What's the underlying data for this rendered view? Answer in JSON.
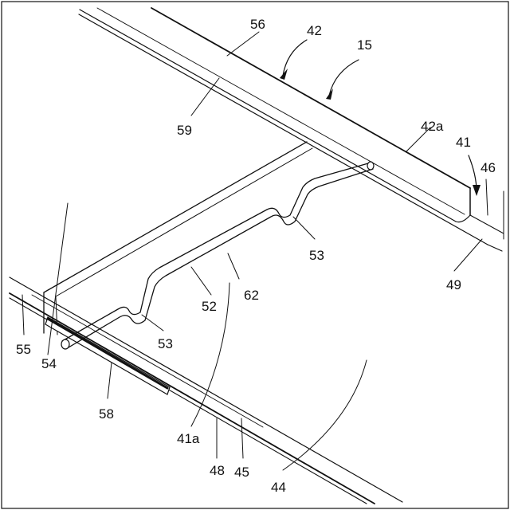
{
  "figure": {
    "labels": {
      "l15": "15",
      "l41": "41",
      "l41a": "41a",
      "l42": "42",
      "l42a": "42a",
      "l44": "44",
      "l45": "45",
      "l46": "46",
      "l48": "48",
      "l49": "49",
      "l52": "52",
      "l53a": "53",
      "l53b": "53",
      "l54": "54",
      "l55": "55",
      "l56": "56",
      "l58": "58",
      "l59": "59",
      "l62": "62"
    }
  }
}
